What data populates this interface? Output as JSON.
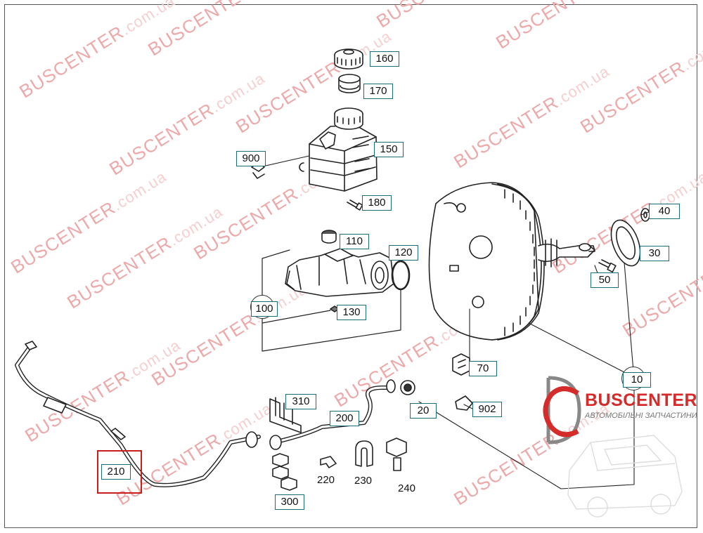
{
  "watermark": {
    "brand": "BUSCENTER",
    "domain": ".com.ua"
  },
  "logo": {
    "name": "BUSCENTER",
    "tagline": "АВТОМОБІЛЬНІ ЗАПЧАСТИНИ"
  },
  "callouts": {
    "c160": "160",
    "c170": "170",
    "c150": "150",
    "c900": "900",
    "c180": "180",
    "c110": "110",
    "c120": "120",
    "c100": "100",
    "c130": "130",
    "c40": "40",
    "c30": "30",
    "c50": "50",
    "c70": "70",
    "c10": "10",
    "c902": "902",
    "c310": "310",
    "c200": "200",
    "c20": "20",
    "c210": "210",
    "c300": "300",
    "c220": "220",
    "c230": "230",
    "c240": "240"
  },
  "colors": {
    "callout_border": "#1b6b78",
    "highlight": "#c81e1e",
    "watermark": "#f1bcbc",
    "logo": "#d62b2b"
  }
}
